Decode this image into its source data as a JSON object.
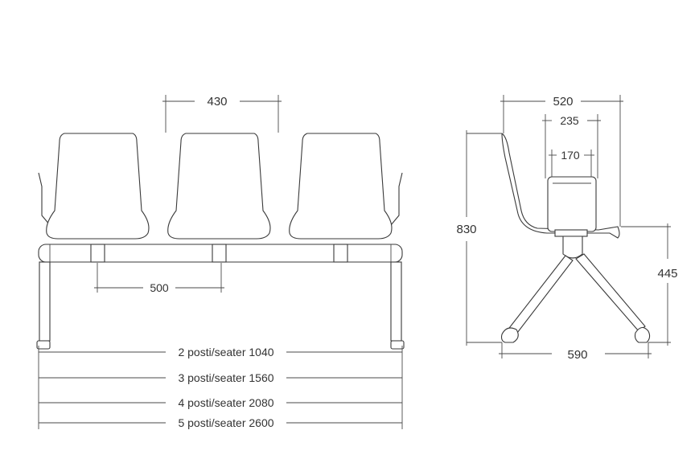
{
  "front_view": {
    "dim_seat_width": "430",
    "dim_seat_pitch": "500",
    "dim_lengths": [
      "2 posti/seater 1040",
      "3 posti/seater 1560",
      "4 posti/seater 2080",
      "5 posti/seater 2600"
    ]
  },
  "side_view": {
    "dim_depth": "520",
    "dim_support": "235",
    "dim_column": "170",
    "dim_height": "830",
    "dim_seat_height": "445",
    "dim_base": "590"
  },
  "colors": {
    "line": "#3a3a3a",
    "text": "#333333",
    "background": "#ffffff"
  }
}
